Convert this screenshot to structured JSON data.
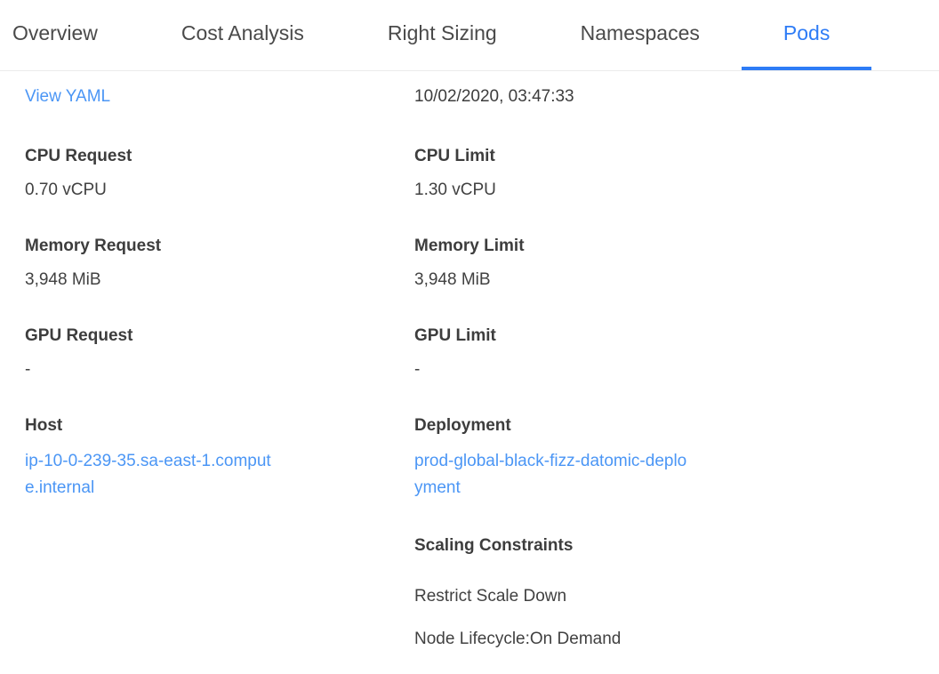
{
  "tab_bar": {
    "tabs": [
      {
        "label": "Overview",
        "active": false
      },
      {
        "label": "Cost Analysis",
        "active": false
      },
      {
        "label": "Right Sizing",
        "active": false
      },
      {
        "label": "Namespaces",
        "active": false
      },
      {
        "label": "Pods",
        "active": true
      }
    ]
  },
  "detail_panel": {
    "view_yaml_link": "View YAML",
    "timestamp": "10/02/2020, 03:47:33",
    "left_column": {
      "fields": [
        {
          "label": "CPU Request",
          "value": "0.70 vCPU",
          "type": "text"
        },
        {
          "label": "Memory Request",
          "value": "3,948 MiB",
          "type": "text"
        },
        {
          "label": "GPU Request",
          "value": "-",
          "type": "text"
        },
        {
          "label": "Host",
          "value": "ip-10-0-239-35.sa-east-1.compute.internal",
          "type": "link"
        }
      ]
    },
    "right_column": {
      "fields": [
        {
          "label": "CPU Limit",
          "value": "1.30 vCPU",
          "type": "text"
        },
        {
          "label": "Memory Limit",
          "value": "3,948 MiB",
          "type": "text"
        },
        {
          "label": "GPU Limit",
          "value": "-",
          "type": "text"
        },
        {
          "label": "Deployment",
          "value": "prod-global-black-fizz-datomic-deployment",
          "type": "link"
        }
      ],
      "scaling_constraints": {
        "label": "Scaling Constraints",
        "items": [
          "Restrict Scale Down",
          "Node Lifecycle:On Demand"
        ]
      }
    }
  },
  "colors": {
    "accent_blue": "#2e7cf6",
    "link_blue": "#4b96f5",
    "label_text": "#3d3d3d",
    "value_text": "#414141",
    "tab_inactive_text": "#4a4a4a",
    "divider": "#ececec"
  }
}
